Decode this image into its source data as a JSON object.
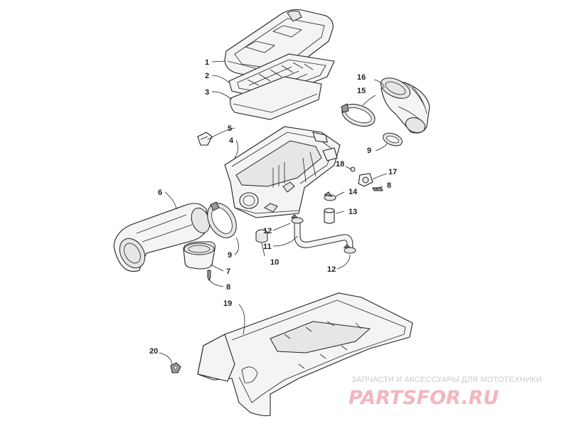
{
  "callouts": [
    {
      "id": "1",
      "label": "1"
    },
    {
      "id": "2",
      "label": "2"
    },
    {
      "id": "3",
      "label": "3"
    },
    {
      "id": "4",
      "label": "4"
    },
    {
      "id": "5",
      "label": "5"
    },
    {
      "id": "6",
      "label": "6"
    },
    {
      "id": "7",
      "label": "7"
    },
    {
      "id": "8a",
      "label": "8"
    },
    {
      "id": "8b",
      "label": "8"
    },
    {
      "id": "9a",
      "label": "9"
    },
    {
      "id": "9b",
      "label": "9"
    },
    {
      "id": "10",
      "label": "10"
    },
    {
      "id": "11",
      "label": "11"
    },
    {
      "id": "12a",
      "label": "12"
    },
    {
      "id": "12b",
      "label": "12"
    },
    {
      "id": "13",
      "label": "13"
    },
    {
      "id": "14",
      "label": "14"
    },
    {
      "id": "15",
      "label": "15"
    },
    {
      "id": "16",
      "label": "16"
    },
    {
      "id": "17",
      "label": "17"
    },
    {
      "id": "18",
      "label": "18"
    },
    {
      "id": "19",
      "label": "19"
    },
    {
      "id": "20",
      "label": "20"
    }
  ],
  "watermark": {
    "caption": "ЗАПЧАСТИ И АКСЕССУАРЫ ДЛЯ МОТОТЕХНИКИ",
    "logo": "PARTSFOR.RU"
  }
}
